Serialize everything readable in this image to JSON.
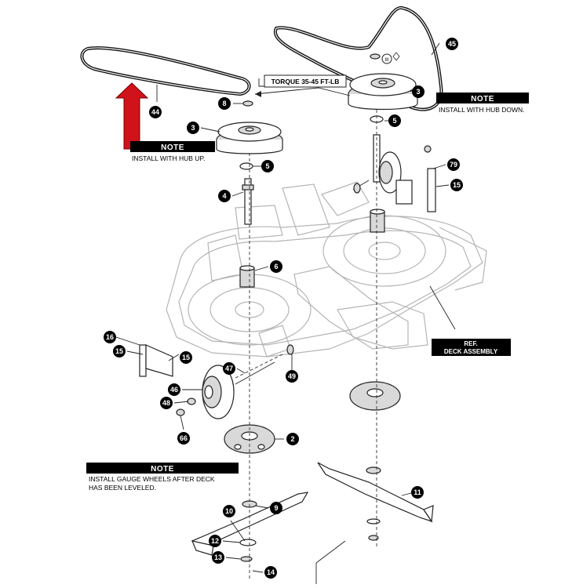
{
  "parts": [
    {
      "id": "p44",
      "label": "44"
    },
    {
      "id": "p45",
      "label": "45"
    },
    {
      "id": "p8",
      "label": "8"
    },
    {
      "id": "p3a",
      "label": "3"
    },
    {
      "id": "p3b",
      "label": "3"
    },
    {
      "id": "p5a",
      "label": "5"
    },
    {
      "id": "p5b",
      "label": "5"
    },
    {
      "id": "p4",
      "label": "4"
    },
    {
      "id": "p79",
      "label": "79"
    },
    {
      "id": "p15a",
      "label": "15"
    },
    {
      "id": "p6",
      "label": "6"
    },
    {
      "id": "p16",
      "label": "16"
    },
    {
      "id": "p15b",
      "label": "15"
    },
    {
      "id": "p15c",
      "label": "15"
    },
    {
      "id": "p47",
      "label": "47"
    },
    {
      "id": "p49",
      "label": "49"
    },
    {
      "id": "p46",
      "label": "46"
    },
    {
      "id": "p48",
      "label": "48"
    },
    {
      "id": "p66",
      "label": "66"
    },
    {
      "id": "p2",
      "label": "2"
    },
    {
      "id": "p11",
      "label": "11"
    },
    {
      "id": "p9",
      "label": "9"
    },
    {
      "id": "p10",
      "label": "10"
    },
    {
      "id": "p12",
      "label": "12"
    },
    {
      "id": "p13",
      "label": "13"
    },
    {
      "id": "p14",
      "label": "14"
    }
  ],
  "notes": {
    "hub_up": {
      "heading": "NOTE",
      "text": "INSTALL WITH HUB UP."
    },
    "hub_down": {
      "heading": "NOTE",
      "text": "INSTALL WITH HUB DOWN."
    },
    "gauge_wheels": {
      "heading": "NOTE",
      "line1": "INSTALL GAUGE WHEELS AFTER DECK",
      "line2": "HAS BEEN LEVELED."
    }
  },
  "torque": "TORQUE 35-45 FT-LB",
  "ref_label": {
    "line1": "REF.",
    "line2": "DECK ASSEMBLY"
  },
  "symbol": "III",
  "colors": {
    "arrow": "#d0121b",
    "label_bg": "#000000",
    "deck_line": "#b5b5b5"
  }
}
